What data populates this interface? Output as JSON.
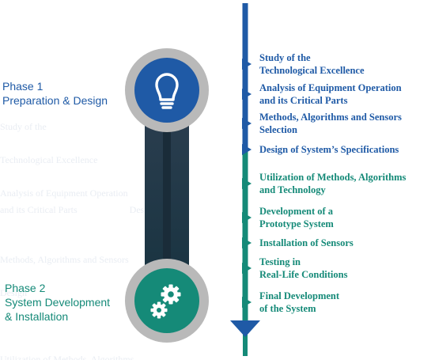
{
  "phases": [
    {
      "id": "phase1",
      "lines": [
        "Phase 1",
        "Preparation & Design"
      ],
      "icon": "lightbulb-icon",
      "color": "#1f5aa6"
    },
    {
      "id": "phase2",
      "lines": [
        "Phase 2",
        "System Development",
        "& Installation"
      ],
      "icon": "gears-icon",
      "color": "#158a78"
    }
  ],
  "steps": [
    {
      "lines": [
        "Study of the",
        "Technological Excellence"
      ],
      "color": "#1f5aa6"
    },
    {
      "lines": [
        "Analysis of Equipment Operation",
        "and its Critical Parts"
      ],
      "color": "#1f5aa6"
    },
    {
      "lines": [
        "Methods, Algorithms and Sensors",
        "Selection"
      ],
      "color": "#1f5aa6"
    },
    {
      "lines": [
        "Design of System’s Specifications"
      ],
      "color": "#1f5aa6"
    },
    {
      "lines": [
        "Utilization of Methods, Algorithms",
        "and Technology"
      ],
      "color": "#158a78"
    },
    {
      "lines": [
        "Development of a",
        "Prototype System"
      ],
      "color": "#158a78"
    },
    {
      "lines": [
        "Installation of Sensors"
      ],
      "color": "#158a78"
    },
    {
      "lines": [
        "Testing in",
        "Real-Life Conditions"
      ],
      "color": "#158a78"
    },
    {
      "lines": [
        "Final Development",
        "of the System"
      ],
      "color": "#158a78"
    }
  ],
  "colors": {
    "blue": "#1f5aa6",
    "teal": "#158a78",
    "dark": "#1d3b4f",
    "ring": "#b9b9b9"
  }
}
